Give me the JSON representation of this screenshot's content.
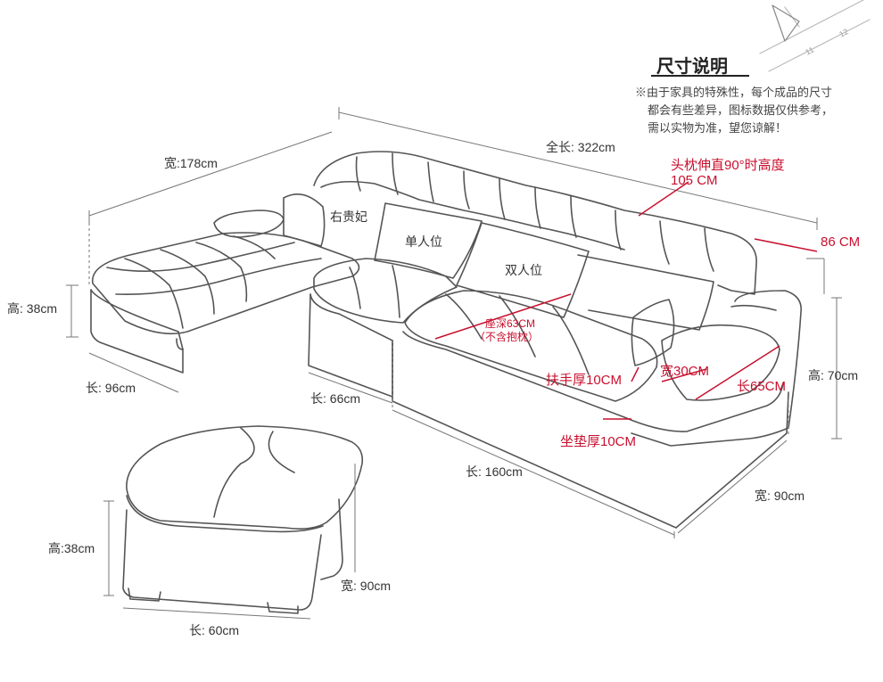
{
  "header": {
    "title": "尺寸说明",
    "note_lines": [
      "※由于家具的特殊性，每个成品的尺寸",
      "都会有些差异，图标数据仅供参考，",
      "需以实物为准，望您谅解！"
    ]
  },
  "decor": {
    "ruler_ticks": [
      "12",
      "11"
    ]
  },
  "sections": {
    "chaise": "右贵妃",
    "single": "单人位",
    "double": "双人位"
  },
  "dimensions": {
    "chaise_width": "宽:178cm",
    "total_length": "全长: 322cm",
    "chaise_height": "高: 38cm",
    "chaise_length": "长: 96cm",
    "single_length": "长: 66cm",
    "double_length": "长: 160cm",
    "sofa_depth": "宽: 90cm",
    "back_height": "高: 70cm",
    "back_top": "86 CM",
    "ottoman_height": "高:38cm",
    "ottoman_width": "宽: 90cm",
    "ottoman_length": "长: 60cm"
  },
  "callouts": {
    "headrest_line1": "头枕伸直90°时高度",
    "headrest_line2": "105 CM",
    "seat_depth_line1": "座深63CM",
    "seat_depth_line2": "（不含抱枕）",
    "armrest_thickness": "扶手厚10CM",
    "armrest_width": "宽30CM",
    "armrest_length": "长65CM",
    "cushion_thickness": "坐垫厚10CM"
  },
  "colors": {
    "line": "#4a4a4a",
    "dim": "#777777",
    "accent": "#c8102e"
  }
}
